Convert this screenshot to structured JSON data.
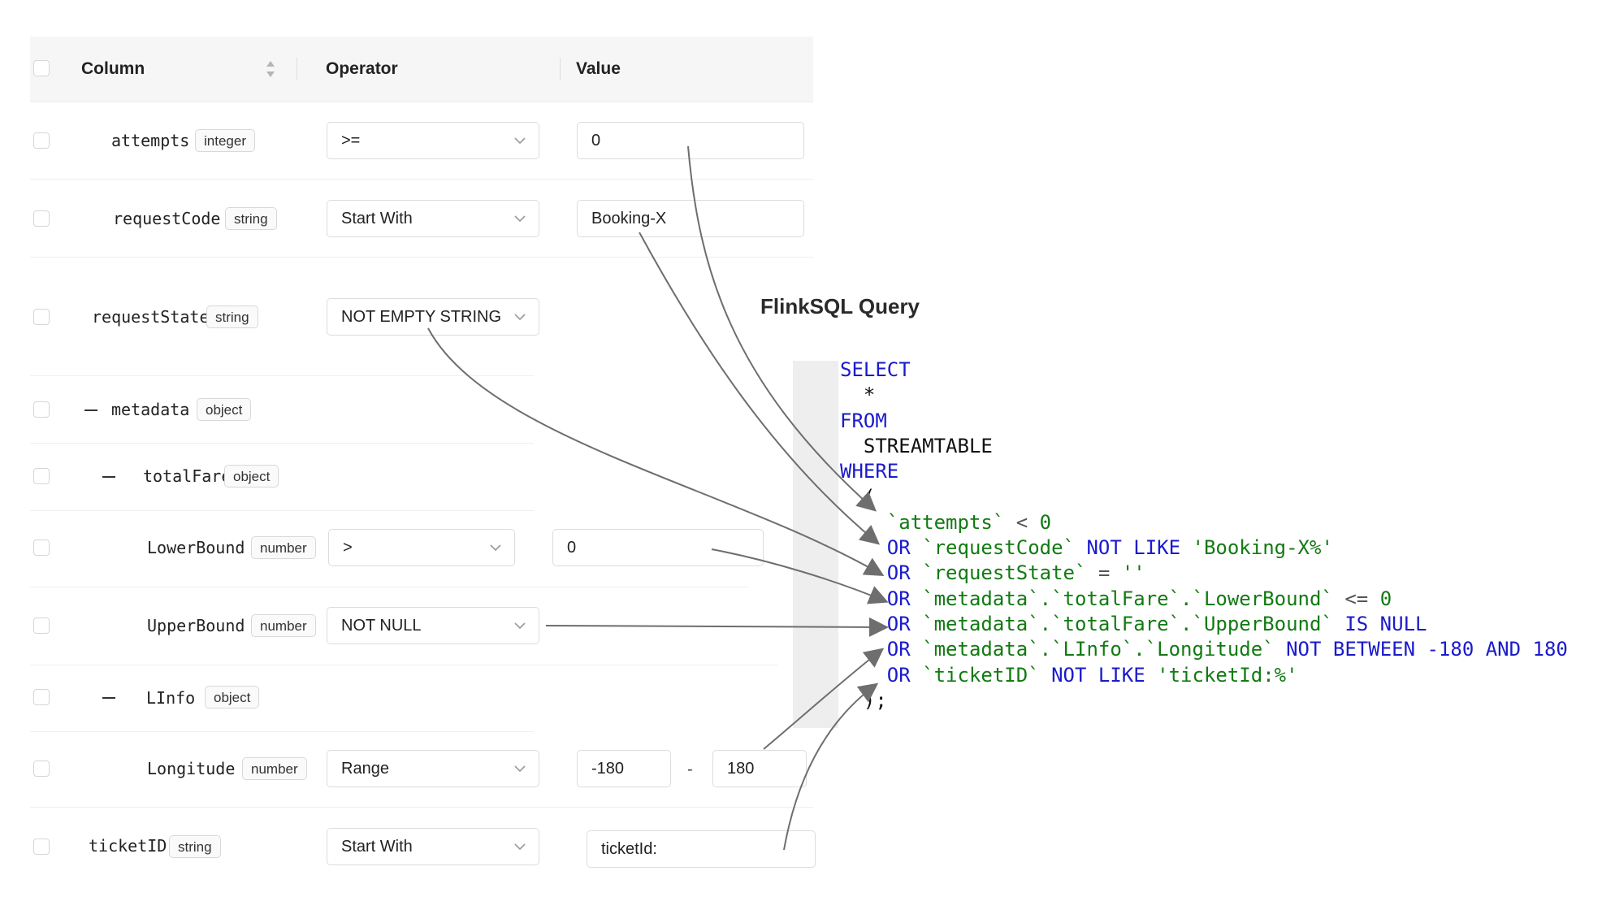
{
  "table": {
    "headers": {
      "column": "Column",
      "operator": "Operator",
      "value": "Value"
    },
    "rows": [
      {
        "name": "attempts",
        "type": "integer",
        "operator": "&gt;=",
        "value": "0"
      },
      {
        "name": "requestCode",
        "type": "string",
        "operator": "Start With",
        "value": "Booking-X"
      },
      {
        "name": "requestState",
        "type": "string",
        "operator": "NOT EMPTY STRING"
      },
      {
        "name": "metadata",
        "type": "object"
      },
      {
        "name": "totalFare",
        "type": "object"
      },
      {
        "name": "LowerBound",
        "type": "number",
        "operator": "&gt;",
        "value": "0"
      },
      {
        "name": "UpperBound",
        "type": "number",
        "operator": "NOT NULL"
      },
      {
        "name": "LInfo",
        "type": "object"
      },
      {
        "name": "Longitude",
        "type": "number",
        "operator": "Range",
        "value_min": "-180",
        "range_sep": "-",
        "value_max": "180"
      },
      {
        "name": "ticketID",
        "type": "string",
        "operator": "Start With",
        "value": "ticketId:"
      }
    ]
  },
  "query": {
    "title": "FlinkSQL Query",
    "lines": [
      [
        {
          "t": "SELECT",
          "c": "kw"
        }
      ],
      [
        {
          "t": "  *",
          "c": "pl"
        }
      ],
      [
        {
          "t": "FROM",
          "c": "kw"
        }
      ],
      [
        {
          "t": "  STREAMTABLE",
          "c": "pl"
        }
      ],
      [
        {
          "t": "WHERE",
          "c": "kw"
        }
      ],
      [
        {
          "t": "  (",
          "c": "pl"
        }
      ],
      [
        {
          "t": "    `attempts` ",
          "c": "str"
        },
        {
          "t": "&lt; ",
          "c": "op"
        },
        {
          "t": "0",
          "c": "num"
        }
      ],
      [
        {
          "t": "    OR ",
          "c": "kw"
        },
        {
          "t": "`requestCode` ",
          "c": "str"
        },
        {
          "t": "NOT LIKE ",
          "c": "kw"
        },
        {
          "t": "'Booking-X%'",
          "c": "str"
        }
      ],
      [
        {
          "t": "    OR ",
          "c": "kw"
        },
        {
          "t": "`requestState` ",
          "c": "str"
        },
        {
          "t": "= ",
          "c": "op"
        },
        {
          "t": "''",
          "c": "str"
        }
      ],
      [
        {
          "t": "    OR ",
          "c": "kw"
        },
        {
          "t": "`metadata`.`totalFare`.`LowerBound` ",
          "c": "str"
        },
        {
          "t": "&lt;= ",
          "c": "op"
        },
        {
          "t": "0",
          "c": "num"
        }
      ],
      [
        {
          "t": "    OR ",
          "c": "kw"
        },
        {
          "t": "`metadata`.`totalFare`.`UpperBound` ",
          "c": "str"
        },
        {
          "t": "IS NULL",
          "c": "kw"
        }
      ],
      [
        {
          "t": "    OR ",
          "c": "kw"
        },
        {
          "t": "`metadata`.`LInfo`.`Longitude` ",
          "c": "str"
        },
        {
          "t": "NOT BETWEEN -180 AND 180",
          "c": "kw"
        }
      ],
      [
        {
          "t": "    OR ",
          "c": "kw"
        },
        {
          "t": "`ticketID` ",
          "c": "str"
        },
        {
          "t": "NOT LIKE ",
          "c": "kw"
        },
        {
          "t": "'ticketId:%'",
          "c": "str"
        }
      ],
      [
        {
          "t": "  );",
          "c": "pl"
        }
      ]
    ]
  },
  "colors": {
    "keyword": "#1a1acc",
    "identifier": "#127a12",
    "arrow": "#6e6e6e"
  }
}
